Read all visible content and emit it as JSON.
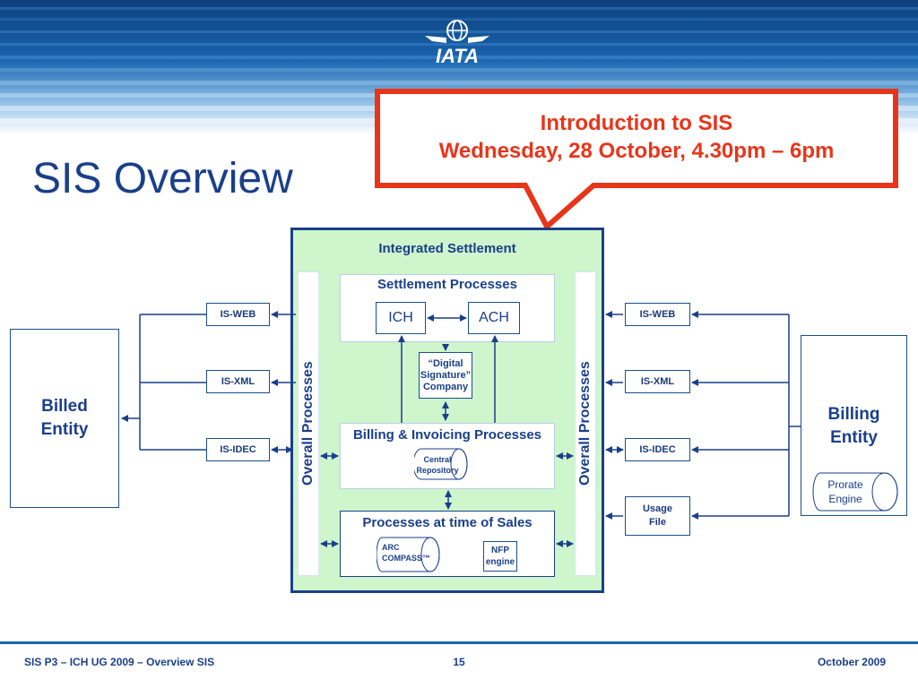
{
  "header": {
    "logo_text": "IATA"
  },
  "slide": {
    "title": "SIS Overview"
  },
  "callout": {
    "line1": "Introduction to SIS",
    "line2": "Wednesday, 28 October, 4.30pm – 6pm"
  },
  "diagram": {
    "integrated_label": "Integrated Settlement",
    "settlement_title": "Settlement Processes",
    "ich": "ICH",
    "ach": "ACH",
    "digital_signature": [
      "“Digital",
      "Signature”",
      "Company"
    ],
    "billing_title": "Billing & Invoicing Processes",
    "central_repo": [
      "Central",
      "Repository"
    ],
    "sales_title": "Processes at time of Sales",
    "arc": [
      "ARC",
      "COMPASS™"
    ],
    "nfp": [
      "NFP",
      "engine"
    ],
    "overall_left": "Overall Processes",
    "overall_right": "Overall Processes",
    "left_boxes": [
      "IS-WEB",
      "IS-XML",
      "IS-IDEC"
    ],
    "right_boxes": [
      "IS-WEB",
      "IS-XML",
      "IS-IDEC"
    ],
    "usage_file": [
      "Usage",
      "File"
    ],
    "billed_entity": [
      "Billed",
      "Entity"
    ],
    "billing_entity": [
      "Billing",
      "Entity"
    ],
    "prorate": [
      "Prorate",
      "Engine"
    ]
  },
  "footer": {
    "left": "SIS P3 – ICH UG 2009 – Overview SIS",
    "page": "15",
    "date": "October 2009"
  },
  "colors": {
    "primary_blue": "#1a4f8a",
    "callout_red": "#e8351a",
    "panel_green": "#cef5cb"
  }
}
